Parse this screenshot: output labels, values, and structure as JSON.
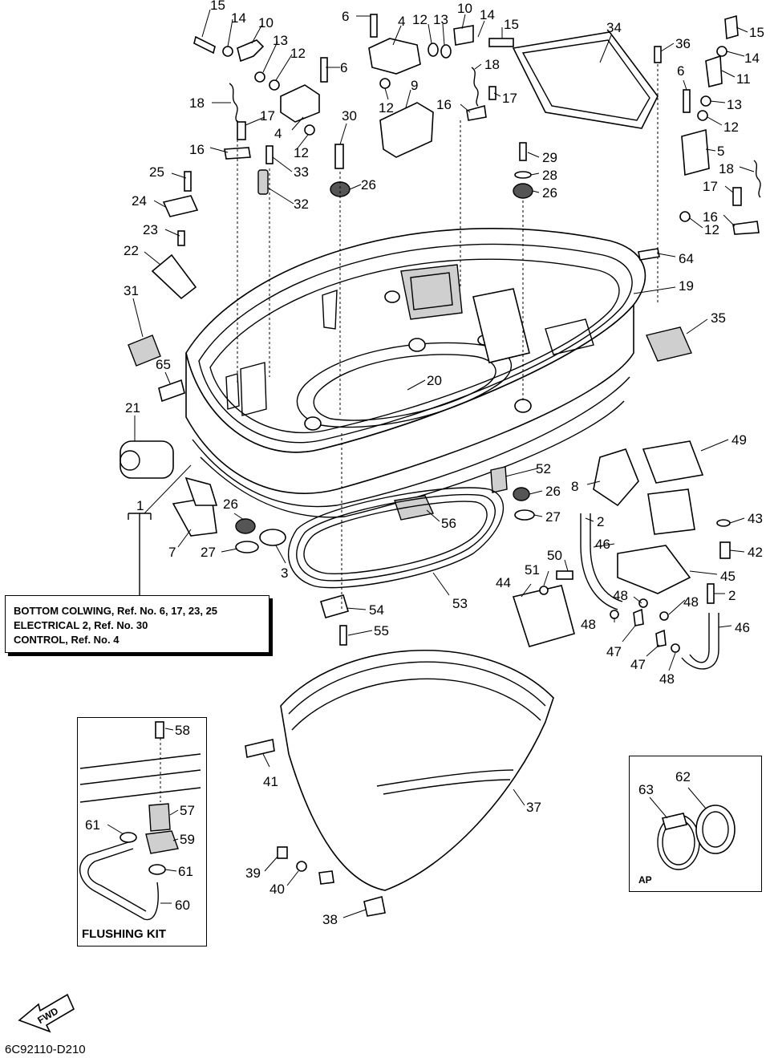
{
  "callouts": [
    {
      "id": "15a",
      "text": "15"
    },
    {
      "id": "14a",
      "text": "14"
    },
    {
      "id": "10a",
      "text": "10"
    },
    {
      "id": "13a",
      "text": "13"
    },
    {
      "id": "12a",
      "text": "12"
    },
    {
      "id": "6a",
      "text": "6"
    },
    {
      "id": "18a",
      "text": "18"
    },
    {
      "id": "17a",
      "text": "17"
    },
    {
      "id": "4a",
      "text": "4"
    },
    {
      "id": "12b",
      "text": "12"
    },
    {
      "id": "16a",
      "text": "16"
    },
    {
      "id": "33",
      "text": "33"
    },
    {
      "id": "30",
      "text": "30"
    },
    {
      "id": "26a",
      "text": "26"
    },
    {
      "id": "32",
      "text": "32"
    },
    {
      "id": "25",
      "text": "25"
    },
    {
      "id": "24",
      "text": "24"
    },
    {
      "id": "23",
      "text": "23"
    },
    {
      "id": "22",
      "text": "22"
    },
    {
      "id": "31",
      "text": "31"
    },
    {
      "id": "65",
      "text": "65"
    },
    {
      "id": "21",
      "text": "21"
    },
    {
      "id": "1",
      "text": "1"
    },
    {
      "id": "7",
      "text": "7"
    },
    {
      "id": "26b",
      "text": "26"
    },
    {
      "id": "27a",
      "text": "27"
    },
    {
      "id": "3",
      "text": "3"
    },
    {
      "id": "6b",
      "text": "6"
    },
    {
      "id": "4b",
      "text": "4"
    },
    {
      "id": "12c",
      "text": "12"
    },
    {
      "id": "13b",
      "text": "13"
    },
    {
      "id": "10b",
      "text": "10"
    },
    {
      "id": "14b",
      "text": "14"
    },
    {
      "id": "15b",
      "text": "15"
    },
    {
      "id": "9",
      "text": "9"
    },
    {
      "id": "12d",
      "text": "12"
    },
    {
      "id": "18b",
      "text": "18"
    },
    {
      "id": "16b",
      "text": "16"
    },
    {
      "id": "17b",
      "text": "17"
    },
    {
      "id": "34",
      "text": "34"
    },
    {
      "id": "36",
      "text": "36"
    },
    {
      "id": "29",
      "text": "29"
    },
    {
      "id": "28",
      "text": "28"
    },
    {
      "id": "26c",
      "text": "26"
    },
    {
      "id": "15c",
      "text": "15"
    },
    {
      "id": "14c",
      "text": "14"
    },
    {
      "id": "11",
      "text": "11"
    },
    {
      "id": "6c",
      "text": "6"
    },
    {
      "id": "13c",
      "text": "13"
    },
    {
      "id": "12e",
      "text": "12"
    },
    {
      "id": "5",
      "text": "5"
    },
    {
      "id": "18c",
      "text": "18"
    },
    {
      "id": "17c",
      "text": "17"
    },
    {
      "id": "16c",
      "text": "16"
    },
    {
      "id": "12f",
      "text": "12"
    },
    {
      "id": "64",
      "text": "64"
    },
    {
      "id": "19",
      "text": "19"
    },
    {
      "id": "35",
      "text": "35"
    },
    {
      "id": "20",
      "text": "20"
    },
    {
      "id": "49",
      "text": "49"
    },
    {
      "id": "52",
      "text": "52"
    },
    {
      "id": "8",
      "text": "8"
    },
    {
      "id": "26d",
      "text": "26"
    },
    {
      "id": "27b",
      "text": "27"
    },
    {
      "id": "56",
      "text": "56"
    },
    {
      "id": "2a",
      "text": "2"
    },
    {
      "id": "43",
      "text": "43"
    },
    {
      "id": "42",
      "text": "42"
    },
    {
      "id": "46a",
      "text": "46"
    },
    {
      "id": "50",
      "text": "50"
    },
    {
      "id": "51",
      "text": "51"
    },
    {
      "id": "45",
      "text": "45"
    },
    {
      "id": "44",
      "text": "44"
    },
    {
      "id": "48a",
      "text": "48"
    },
    {
      "id": "48b",
      "text": "48"
    },
    {
      "id": "2b",
      "text": "2"
    },
    {
      "id": "48c",
      "text": "48"
    },
    {
      "id": "46b",
      "text": "46"
    },
    {
      "id": "47a",
      "text": "47"
    },
    {
      "id": "47b",
      "text": "47"
    },
    {
      "id": "48d",
      "text": "48"
    },
    {
      "id": "53",
      "text": "53"
    },
    {
      "id": "54",
      "text": "54"
    },
    {
      "id": "55",
      "text": "55"
    },
    {
      "id": "58",
      "text": "58"
    },
    {
      "id": "57",
      "text": "57"
    },
    {
      "id": "61a",
      "text": "61"
    },
    {
      "id": "59",
      "text": "59"
    },
    {
      "id": "61b",
      "text": "61"
    },
    {
      "id": "60",
      "text": "60"
    },
    {
      "id": "41",
      "text": "41"
    },
    {
      "id": "37",
      "text": "37"
    },
    {
      "id": "39",
      "text": "39"
    },
    {
      "id": "40",
      "text": "40"
    },
    {
      "id": "38",
      "text": "38"
    },
    {
      "id": "63",
      "text": "63"
    },
    {
      "id": "62",
      "text": "62"
    }
  ],
  "reference_box": {
    "line1": "BOTTOM COLWING, Ref. No. 6, 17, 23, 25",
    "line2": "ELECTRICAL 2, Ref. No. 30",
    "line3": "CONTROL,  Ref. No. 4"
  },
  "flushing_kit_label": "FLUSHING KIT",
  "ap_label": "AP",
  "fwd_label": "FWD",
  "document_code": "6C92110-D210"
}
